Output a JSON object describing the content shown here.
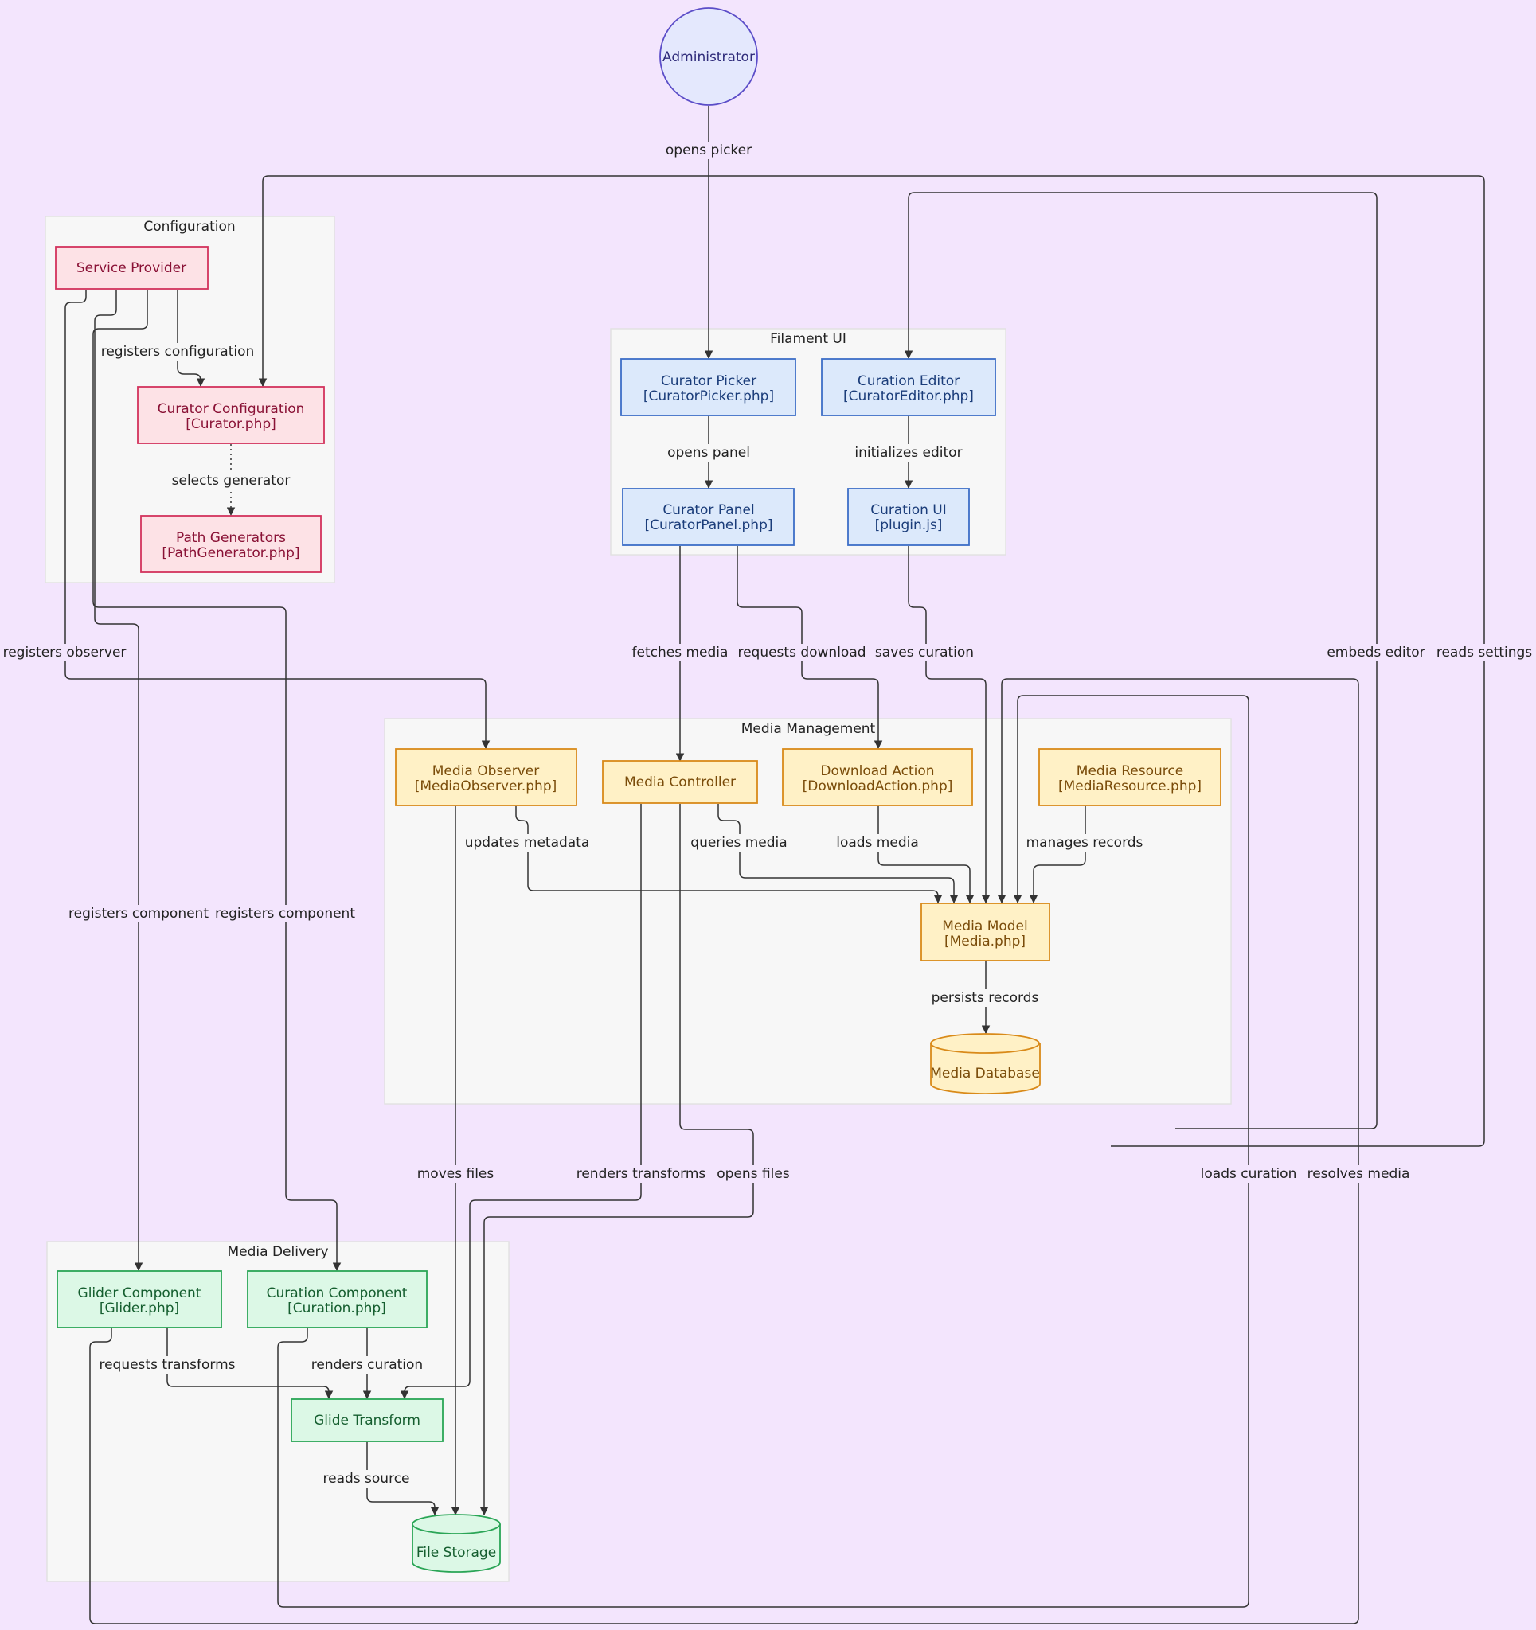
{
  "colors": {
    "background": "#f3e5fd",
    "cluster_fill": "#f7f7f7",
    "cluster_stroke": "#e2e2e2",
    "config": {
      "fill": "#fde2e6",
      "stroke": "#d3325d",
      "text": "#8a1236"
    },
    "ui": {
      "fill": "#dce9fb",
      "stroke": "#3d6ec7",
      "text": "#1b3d7a"
    },
    "media": {
      "fill": "#fff1c6",
      "stroke": "#d98a19",
      "text": "#7a4c0a"
    },
    "delivery": {
      "fill": "#dcf8e6",
      "stroke": "#2aa556",
      "text": "#155e2f"
    },
    "actor": {
      "fill": "#e4e8fd",
      "stroke": "#5b4dc8",
      "text": "#2f2b7a"
    }
  },
  "groups": {
    "configuration": "Configuration",
    "filament_ui": "Filament UI",
    "media_management": "Media Management",
    "media_delivery": "Media Delivery"
  },
  "nodes": {
    "administrator": [
      "Administrator"
    ],
    "service_provider": [
      "Service Provider"
    ],
    "curator_configuration": [
      "Curator Configuration",
      "[Curator.php]"
    ],
    "path_generators": [
      "Path Generators",
      "[PathGenerator.php]"
    ],
    "curator_picker": [
      "Curator Picker",
      "[CuratorPicker.php]"
    ],
    "curation_editor": [
      "Curation Editor",
      "[CuratorEditor.php]"
    ],
    "curator_panel": [
      "Curator Panel",
      "[CuratorPanel.php]"
    ],
    "curation_ui": [
      "Curation UI",
      "[plugin.js]"
    ],
    "media_observer": [
      "Media Observer",
      "[MediaObserver.php]"
    ],
    "media_controller": [
      "Media Controller"
    ],
    "download_action": [
      "Download Action",
      "[DownloadAction.php]"
    ],
    "media_resource": [
      "Media Resource",
      "[MediaResource.php]"
    ],
    "media_model": [
      "Media Model",
      "[Media.php]"
    ],
    "media_database": [
      "Media Database"
    ],
    "glider_component": [
      "Glider Component",
      "[Glider.php]"
    ],
    "curation_component": [
      "Curation Component",
      "[Curation.php]"
    ],
    "glide_transform": [
      "Glide Transform"
    ],
    "file_storage": [
      "File Storage"
    ]
  },
  "edges": {
    "opens_picker": "opens picker",
    "registers_configuration": "registers configuration",
    "selects_generator": "selects generator",
    "opens_panel": "opens panel",
    "initializes_editor": "initializes editor",
    "registers_observer": "registers observer",
    "fetches_media": "fetches media",
    "requests_download": "requests download",
    "saves_curation": "saves curation",
    "embeds_editor": "embeds editor",
    "reads_settings": "reads settings",
    "updates_metadata": "updates metadata",
    "queries_media": "queries media",
    "loads_media": "loads media",
    "manages_records": "manages records",
    "persists_records": "persists records",
    "registers_component_glider": "registers component",
    "registers_component_curation": "registers component",
    "moves_files": "moves files",
    "renders_transforms": "renders transforms",
    "opens_files": "opens files",
    "loads_curation": "loads curation",
    "resolves_media": "resolves media",
    "requests_transforms": "requests transforms",
    "renders_curation": "renders curation",
    "reads_source": "reads source"
  }
}
